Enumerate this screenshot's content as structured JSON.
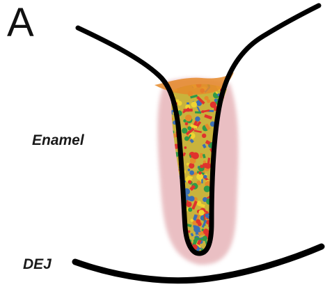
{
  "panel": {
    "letter": "A"
  },
  "labels": {
    "enamel": "Enamel",
    "dej": "DEJ"
  },
  "colors": {
    "outline": "#000000",
    "lesion_halo": "#e8b9bd",
    "fissure_fill": "#d8b33a",
    "deposit_colors": [
      "#e0332d",
      "#3c6fb5",
      "#2f9a48",
      "#f0d430",
      "#e58a2a"
    ]
  }
}
